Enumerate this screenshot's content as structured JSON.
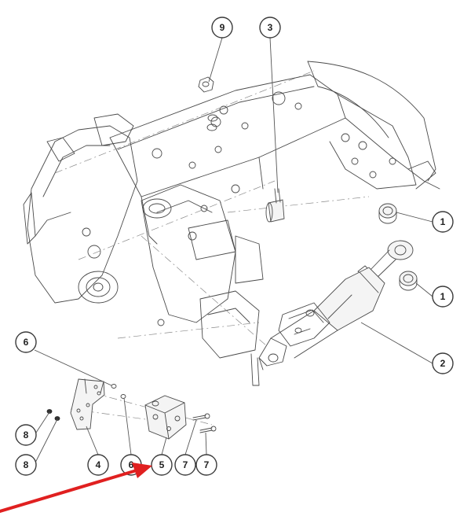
{
  "callouts": {
    "c9": "9",
    "c3": "3",
    "c1a": "1",
    "c1b": "1",
    "c2": "2",
    "c6a": "6",
    "c8a": "8",
    "c8b": "8",
    "c4": "4",
    "c6b": "6",
    "c5": "5",
    "c7a": "7",
    "c7b": "7"
  },
  "colors": {
    "line": "#4a4a4a",
    "arrow": "#e02020"
  }
}
